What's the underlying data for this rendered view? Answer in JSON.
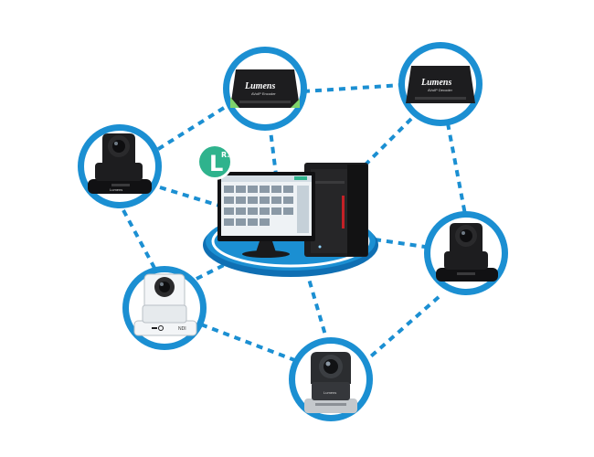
{
  "colors": {
    "ring": "#1b8fd2",
    "ring_dark": "#0f6fb3",
    "dash": "#1b8fd2",
    "logo_green": "#2fb38d",
    "device_black": "#1d1d1f",
    "screen_bg": "#eef2f5",
    "white": "#ffffff"
  },
  "encoder_left": {
    "brand": "Lumens",
    "model": "AVoIP Encoder"
  },
  "encoder_right": {
    "brand": "Lumens",
    "model": "AVoIP Decoder"
  },
  "app_logo": {
    "letter": "L",
    "superscript": "R."
  },
  "cameras": {
    "top_left_label": "Lumens",
    "bottom_left_label": "NDI",
    "bottom_label": "Lumens"
  },
  "icons": {
    "encoder_left": "encoder-box-icon",
    "encoder_right": "decoder-box-icon",
    "workstation": "desktop-computer-icon",
    "app_logo": "lumens-app-logo-icon",
    "cam_left_top": "ptz-camera-icon",
    "cam_left_bottom": "ptz-camera-white-icon",
    "cam_bottom": "ptz-camera-silver-icon",
    "cam_right": "ptz-camera-icon"
  }
}
